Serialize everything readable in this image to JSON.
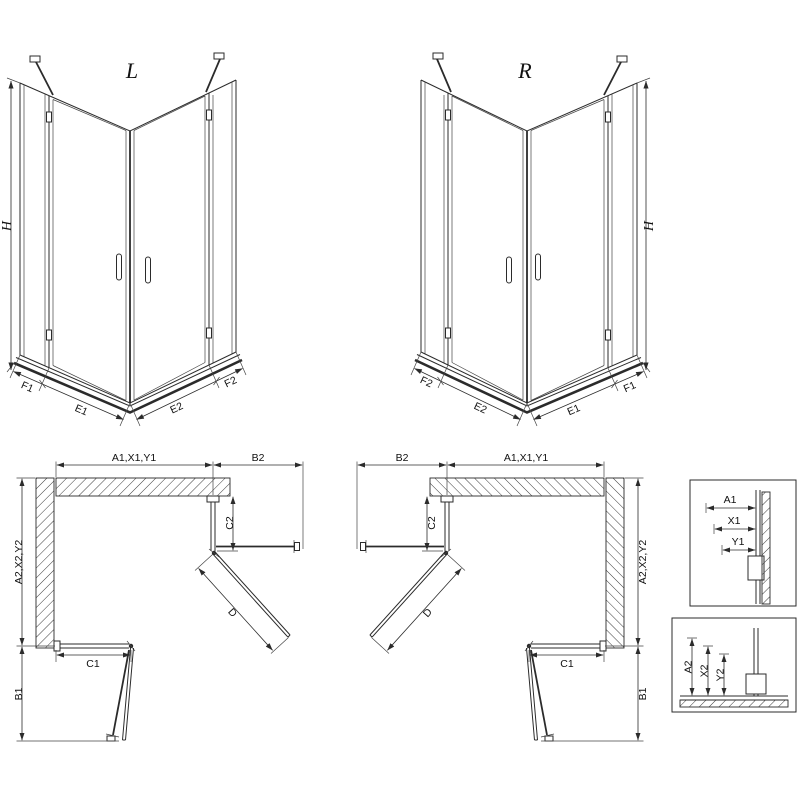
{
  "views3d": {
    "left": {
      "variant": "L",
      "height": "H",
      "f1": "F1",
      "e1": "E1",
      "e2": "E2",
      "f2": "F2"
    },
    "right": {
      "variant": "R",
      "height": "H",
      "f1": "F1",
      "e1": "E1",
      "e2": "E2",
      "f2": "F2"
    }
  },
  "plans": {
    "left": {
      "top_width": "A1,X1,Y1",
      "b2": "B2",
      "depth": "A2,X2,Y2",
      "b1": "B1",
      "c1": "C1",
      "c2": "C2",
      "d": "D"
    },
    "right": {
      "top_width": "A1,X1,Y1",
      "b2": "B2",
      "depth": "A2,X2,Y2",
      "b1": "B1",
      "c1": "C1",
      "c2": "C2",
      "d": "D"
    }
  },
  "details": {
    "wall": {
      "a1": "A1",
      "x1": "X1",
      "y1": "Y1"
    },
    "floor": {
      "a2": "A2",
      "x2": "X2",
      "y2": "Y2"
    }
  },
  "colors": {
    "line": "#2b2b2b",
    "background": "#ffffff"
  }
}
